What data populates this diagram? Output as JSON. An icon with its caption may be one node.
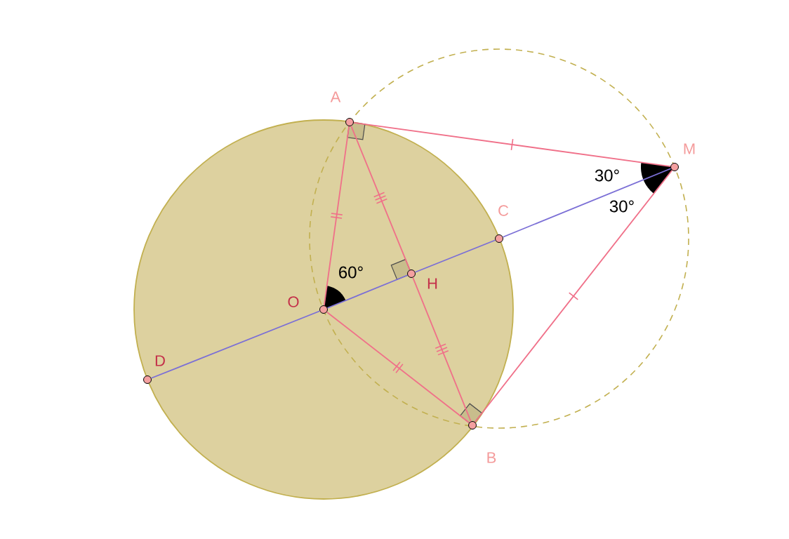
{
  "diagram": {
    "nodes": [
      {
        "text": [],
        "shape": "circle",
        "beside": [
          "A"
        ]
      },
      {
        "text": [],
        "shape": "circle",
        "beside": [
          "M"
        ]
      },
      {
        "text": [],
        "shape": "circle",
        "beside": [
          "C"
        ]
      },
      {
        "text": [],
        "shape": "circle",
        "beside": [
          "O"
        ]
      },
      {
        "text": [],
        "shape": "circle",
        "beside": [
          "H"
        ]
      },
      {
        "text": [],
        "shape": "circle",
        "beside": [
          "D"
        ]
      },
      {
        "text": [],
        "shape": "circle",
        "beside": [
          "B"
        ]
      }
    ],
    "edges": [
      {
        "from": 0,
        "to": 1,
        "arrow": "none"
      },
      {
        "from": 0,
        "to": 3,
        "arrow": "none"
      },
      {
        "from": 0,
        "to": 4,
        "arrow": "none"
      },
      {
        "from": 4,
        "to": 6,
        "arrow": "none"
      },
      {
        "from": 3,
        "to": 6,
        "arrow": "none"
      },
      {
        "from": 1,
        "to": 6,
        "arrow": "none"
      },
      {
        "from": 5,
        "to": 3,
        "arrow": "none",
        "color": "#7b6fd6"
      },
      {
        "from": 3,
        "to": 4,
        "arrow": "none",
        "color": "#7b6fd6"
      },
      {
        "from": 4,
        "to": 2,
        "arrow": "none",
        "color": "#7b6fd6"
      },
      {
        "from": 2,
        "to": 1,
        "arrow": "none",
        "color": "#7b6fd6"
      }
    ],
    "labels": [
      "60°",
      "30°",
      "30°"
    ]
  }
}
